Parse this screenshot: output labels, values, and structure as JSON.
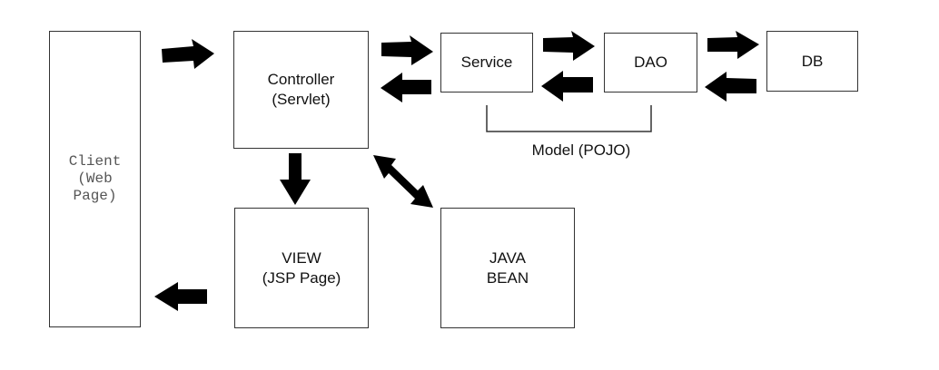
{
  "diagram": {
    "nodes": {
      "client": {
        "label": "Client\n(Web\nPage)"
      },
      "controller": {
        "label": "Controller\n(Servlet)"
      },
      "service": {
        "label": "Service"
      },
      "dao": {
        "label": "DAO"
      },
      "db": {
        "label": "DB"
      },
      "view": {
        "label": "VIEW\n(JSP Page)"
      },
      "javabean": {
        "label": "JAVA\nBEAN"
      }
    },
    "group_label": "Model (POJO)",
    "edges": [
      {
        "from": "client",
        "to": "controller"
      },
      {
        "from": "controller",
        "to": "service"
      },
      {
        "from": "service",
        "to": "controller"
      },
      {
        "from": "service",
        "to": "dao"
      },
      {
        "from": "dao",
        "to": "service"
      },
      {
        "from": "dao",
        "to": "db"
      },
      {
        "from": "db",
        "to": "dao"
      },
      {
        "from": "controller",
        "to": "view"
      },
      {
        "from": "controller",
        "to": "javabean",
        "bidirectional": true
      },
      {
        "from": "view",
        "to": "client"
      }
    ],
    "colors": {
      "arrow": "#000000",
      "border": "#333333"
    }
  }
}
